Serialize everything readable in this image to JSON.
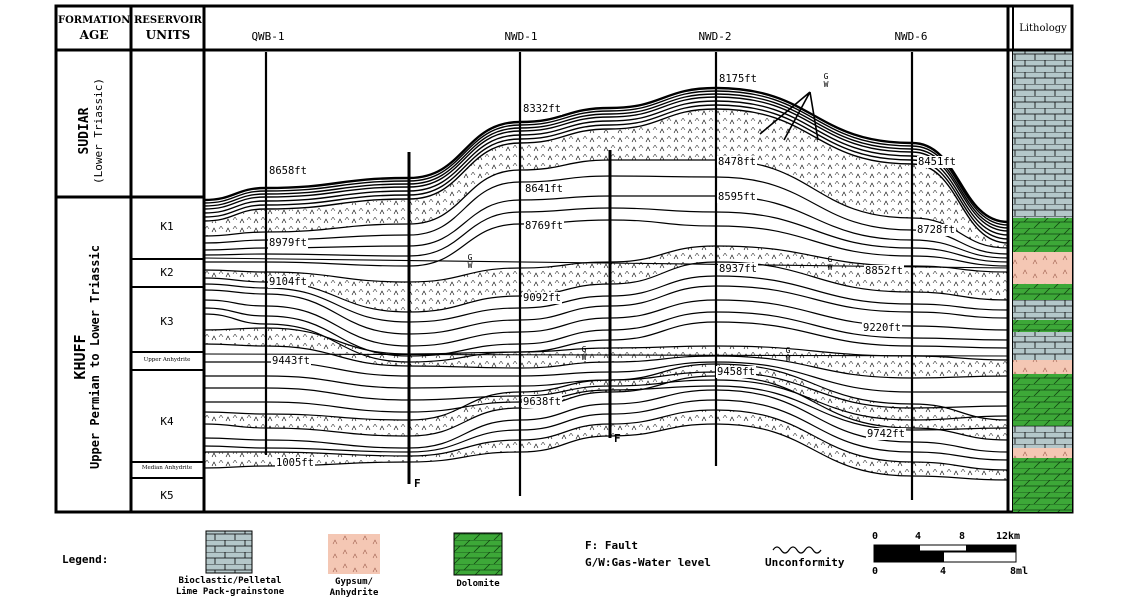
{
  "header": {
    "formation_age": [
      "FORMATION",
      "AGE"
    ],
    "reservoir_units": [
      "RESERVOIR",
      "UNITS"
    ],
    "lithology": "Lithology"
  },
  "wells": [
    {
      "name": "QWB-1"
    },
    {
      "name": "NWD-1"
    },
    {
      "name": "NWD-2"
    },
    {
      "name": "NWD-6"
    }
  ],
  "formations": {
    "sudair": {
      "name": "SUDIAR",
      "age": "(Lower Triassic)"
    },
    "khuff": {
      "name": "KHUFF",
      "age": "Upper Permian to Lower Triassic"
    }
  },
  "units": [
    "K1",
    "K2",
    "K3",
    "Upper Anhydrite",
    "K4",
    "Median Anhydrite",
    "K5"
  ],
  "depths": {
    "qwb1": [
      "8658ft",
      "8979ft",
      "9104ft",
      "9443ft",
      "1005ft"
    ],
    "nwd1": [
      "8332ft",
      "8641ft",
      "8769ft",
      "9092ft",
      "9638ft"
    ],
    "nwd2": [
      "8175ft",
      "8478ft",
      "8595ft",
      "8937ft",
      "9458ft"
    ],
    "nwd6": [
      "8451ft",
      "8728ft",
      "8852ft",
      "9220ft",
      "9742ft"
    ]
  },
  "gw_label": {
    "g": "G",
    "w": "W"
  },
  "fault_label": "F",
  "legend": {
    "title": "Legend:",
    "limestone": "Bioclastic/Pelletal\nLime Pack-grainstone",
    "anhydrite": "Gypsum/\nAnhydrite",
    "dolomite": "Dolomite",
    "fault": "F: Fault",
    "gw": "G/W:Gas-Water level",
    "unconformity": "Unconformity"
  },
  "scale": {
    "km_ticks": [
      "0",
      "4",
      "8",
      "12km"
    ],
    "ml_ticks": [
      "0",
      "4",
      "8ml"
    ]
  },
  "colors": {
    "limestone": "#b4c7c9",
    "anhydrite": "#f4c7b4",
    "dolomite": "#3da838"
  }
}
